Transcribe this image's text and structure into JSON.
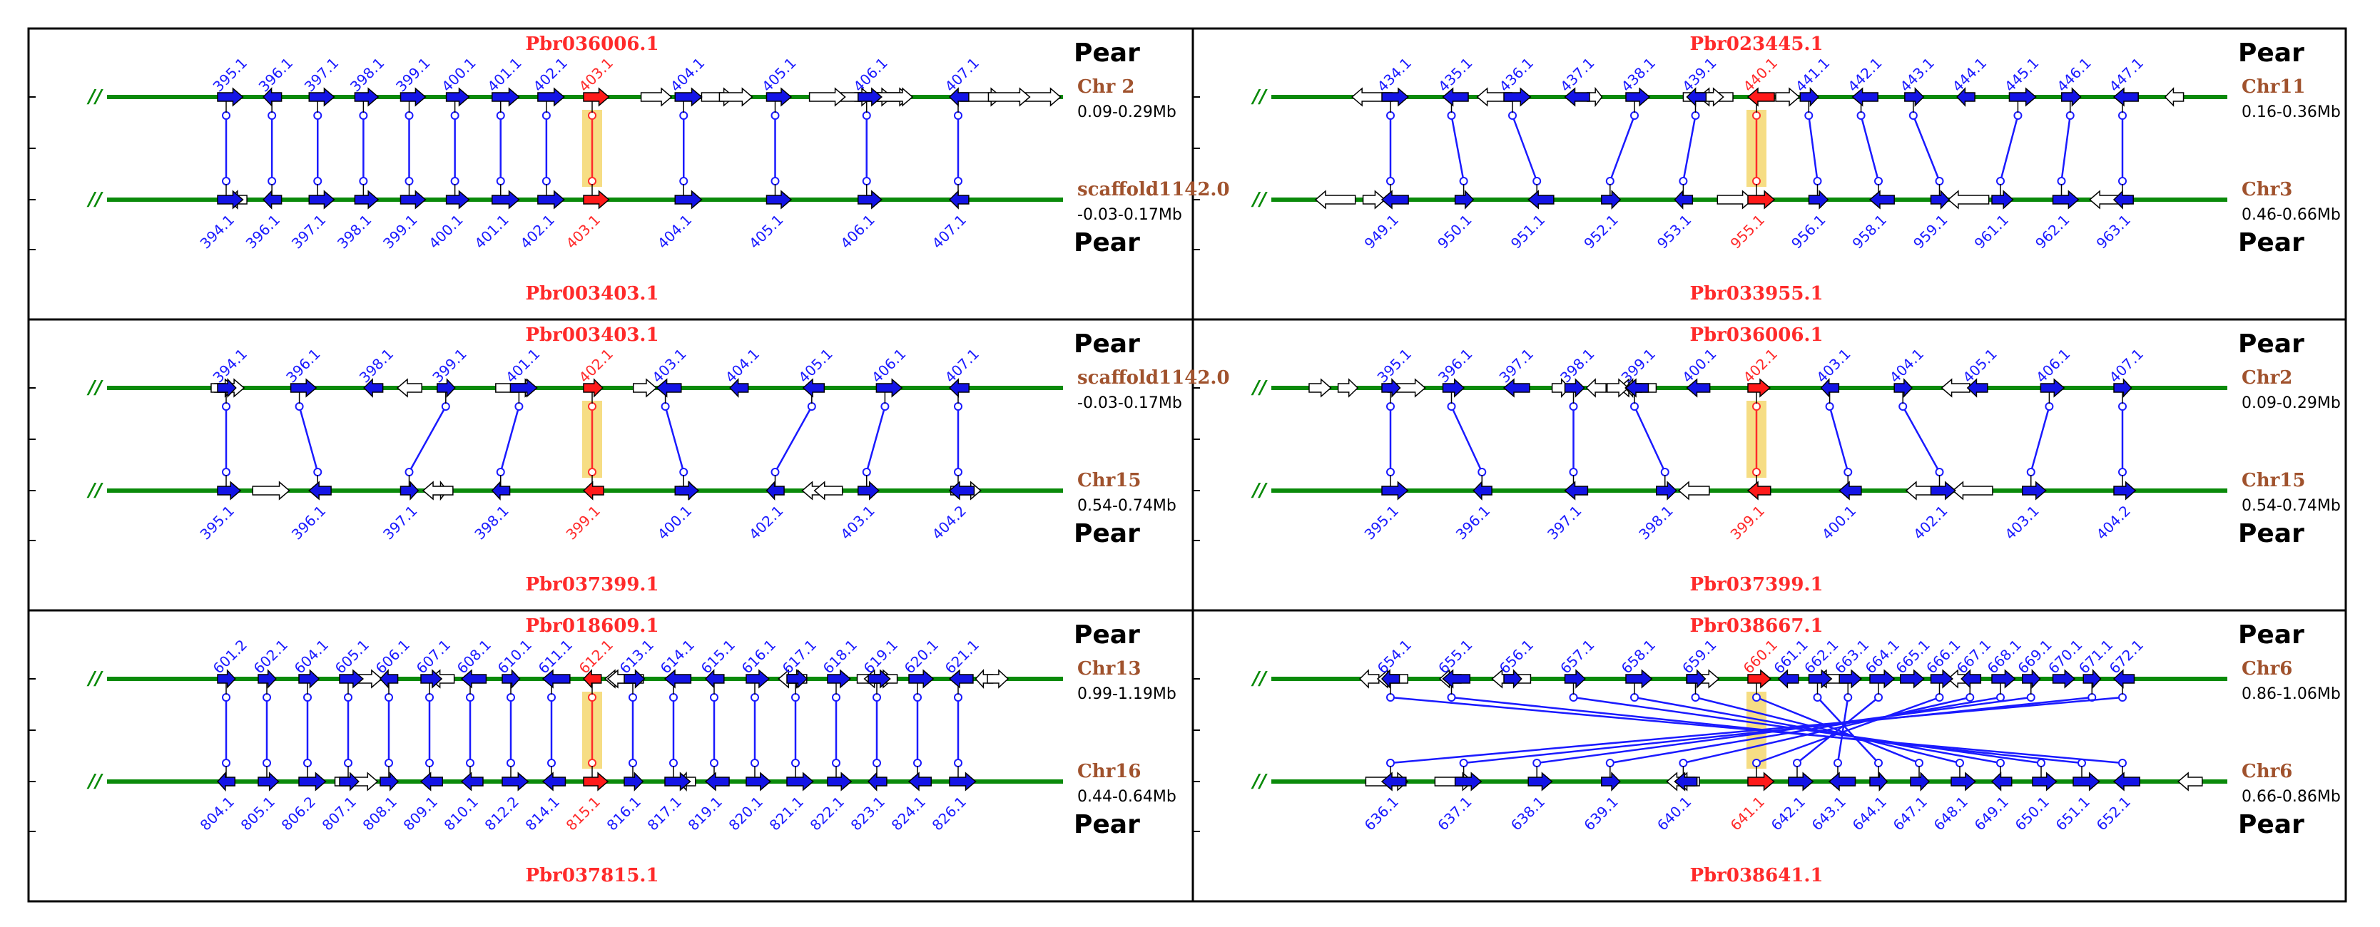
{
  "panels": [
    {
      "top_gene": "Pbr036006.1",
      "bottom_gene": "Pbr003403.1",
      "top_species": "Pear",
      "bottom_species": "Pear",
      "top_chrom": "Chr 2",
      "top_range": "0.09-0.29Mb",
      "bottom_chrom": "scaffold1142.0",
      "bottom_range": "-0.03-0.17Mb",
      "top_labels": [
        "395.1",
        "396.1",
        "397.1",
        "398.1",
        "399.1",
        "400.1",
        "401.1",
        "402.1",
        "403.1",
        "404.1",
        "405.1",
        "406.1",
        "407.1"
      ],
      "bottom_labels": [
        "394.1",
        "396.1",
        "397.1",
        "398.1",
        "399.1",
        "400.1",
        "401.1",
        "402.1",
        "403.1",
        "404.1",
        "405.1",
        "406.1",
        "407.1"
      ],
      "bottom_hl": 8
    },
    {
      "top_gene": "Pbr023445.1",
      "bottom_gene": "Pbr033955.1",
      "top_species": "Pear",
      "bottom_species": "Pear",
      "top_chrom": "Chr11",
      "top_range": "0.16-0.36Mb",
      "bottom_chrom": "Chr3",
      "bottom_range": "0.46-0.66Mb",
      "top_labels": [
        "434.1",
        "435.1",
        "436.1",
        "437.1",
        "438.1",
        "439.1",
        "440.1",
        "441.1",
        "442.1",
        "443.1",
        "444.1",
        "445.1",
        "446.1",
        "447.1"
      ],
      "bottom_labels": [
        "949.1",
        "950.1",
        "951.1",
        "952.1",
        "953.1",
        "955.1",
        "956.1",
        "958.1",
        "959.1",
        "961.1",
        "962.1",
        "963.1"
      ],
      "bottom_hl": 5
    },
    {
      "top_gene": "Pbr003403.1",
      "bottom_gene": "Pbr037399.1",
      "top_species": "Pear",
      "bottom_species": "Pear",
      "top_chrom": "scaffold1142.0",
      "top_range": "-0.03-0.17Mb",
      "bottom_chrom": "Chr15",
      "bottom_range": "0.54-0.74Mb",
      "top_labels": [
        "394.1",
        "396.1",
        "398.1",
        "399.1",
        "401.1",
        "402.1",
        "403.1",
        "404.1",
        "405.1",
        "406.1",
        "407.1"
      ],
      "bottom_labels": [
        "395.1",
        "396.1",
        "397.1",
        "398.1",
        "399.1",
        "400.1",
        "402.1",
        "403.1",
        "404.2"
      ],
      "bottom_hl": 4
    },
    {
      "top_gene": "Pbr036006.1",
      "bottom_gene": "Pbr037399.1",
      "top_species": "Pear",
      "bottom_species": "Pear",
      "top_chrom": "Chr2",
      "top_range": "0.09-0.29Mb",
      "bottom_chrom": "Chr15",
      "bottom_range": "0.54-0.74Mb",
      "top_labels": [
        "395.1",
        "396.1",
        "397.1",
        "398.1",
        "399.1",
        "400.1",
        "402.1",
        "403.1",
        "404.1",
        "405.1",
        "406.1",
        "407.1"
      ],
      "bottom_labels": [
        "395.1",
        "396.1",
        "397.1",
        "398.1",
        "399.1",
        "400.1",
        "402.1",
        "403.1",
        "404.2"
      ],
      "bottom_hl": 4
    },
    {
      "top_gene": "Pbr018609.1",
      "bottom_gene": "Pbr037815.1",
      "top_species": "Pear",
      "bottom_species": "Pear",
      "top_chrom": "Chr13",
      "top_range": "0.99-1.19Mb",
      "bottom_chrom": "Chr16",
      "bottom_range": "0.44-0.64Mb",
      "top_labels": [
        "601.2",
        "602.1",
        "604.1",
        "605.1",
        "606.1",
        "607.1",
        "608.1",
        "610.1",
        "611.1",
        "612.1",
        "613.1",
        "614.1",
        "615.1",
        "616.1",
        "617.1",
        "618.1",
        "619.1",
        "620.1",
        "621.1"
      ],
      "bottom_labels": [
        "804.1",
        "805.1",
        "806.2",
        "807.1",
        "808.1",
        "809.1",
        "810.1",
        "812.2",
        "814.1",
        "815.1",
        "816.1",
        "817.1",
        "819.1",
        "820.1",
        "821.1",
        "822.1",
        "823.1",
        "824.1",
        "826.1"
      ],
      "bottom_hl": 9
    },
    {
      "top_gene": "Pbr038667.1",
      "bottom_gene": "Pbr038641.1",
      "top_species": "Pear",
      "bottom_species": "Pear",
      "top_chrom": "Chr6",
      "top_range": "0.86-1.06Mb",
      "bottom_chrom": "Chr6",
      "bottom_range": "0.66-0.86Mb",
      "top_labels": [
        "654.1",
        "655.1",
        "656.1",
        "657.1",
        "658.1",
        "659.1",
        "660.1",
        "661.1",
        "662.1",
        "663.1",
        "664.1",
        "665.1",
        "666.1",
        "667.1",
        "668.1",
        "669.1",
        "670.1",
        "671.1",
        "672.1"
      ],
      "bottom_labels": [
        "636.1",
        "637.1",
        "638.1",
        "639.1",
        "640.1",
        "641.1",
        "642.1",
        "643.1",
        "644.1",
        "647.1",
        "648.1",
        "649.1",
        "650.1",
        "651.1",
        "652.1"
      ],
      "bottom_hl": 5
    }
  ]
}
